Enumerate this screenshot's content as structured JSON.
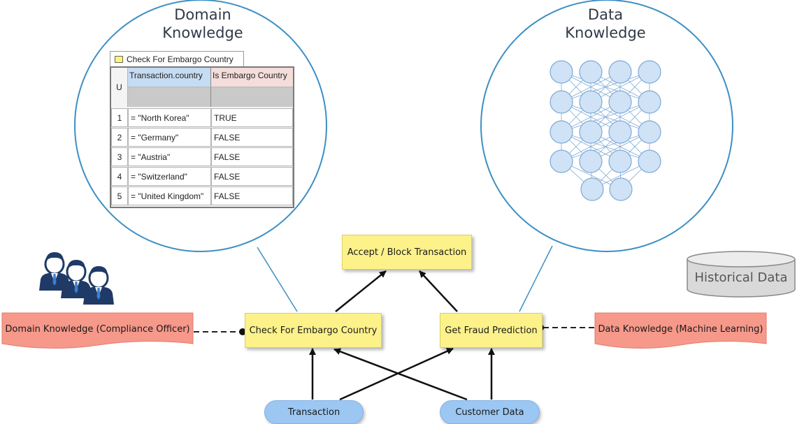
{
  "domain_circle": {
    "title_line1": "Domain",
    "title_line2": "Knowledge"
  },
  "data_circle": {
    "title_line1": "Data",
    "title_line2": "Knowledge"
  },
  "decision_table": {
    "tab_label": "Check For Embargo Country",
    "hit_policy": "U",
    "input_header": "Transaction.country",
    "output_header": "Is Embargo Country",
    "rows": [
      {
        "index": "1",
        "input": "= \"North Korea\"",
        "output": "TRUE"
      },
      {
        "index": "2",
        "input": "= \"Germany\"",
        "output": "FALSE"
      },
      {
        "index": "3",
        "input": "= \"Austria\"",
        "output": "FALSE"
      },
      {
        "index": "4",
        "input": "= \"Switzerland\"",
        "output": "FALSE"
      },
      {
        "index": "5",
        "input": "= \"United Kingdom\"",
        "output": "FALSE"
      }
    ]
  },
  "decisions": {
    "top": "Accept / Block Transaction",
    "embargo": "Check For Embargo Country",
    "fraud": "Get Fraud Prediction"
  },
  "inputs": {
    "transaction": "Transaction",
    "customer": "Customer Data"
  },
  "knowledge_sources": {
    "domain": "Domain Knowledge (Compliance Officer)",
    "data": "Data Knowledge (Machine Learning)"
  },
  "database": {
    "label": "Historical Data"
  },
  "icons": {
    "people": "people-group-icon",
    "network": "neural-network-icon",
    "database": "database-cylinder-icon"
  },
  "colors": {
    "decision_fill": "#fdf28a",
    "input_fill": "#9cc7f3",
    "knowledge_fill": "#f6988a",
    "circle_stroke": "#3c8fc4",
    "neuron_fill": "#cfe2f6"
  }
}
